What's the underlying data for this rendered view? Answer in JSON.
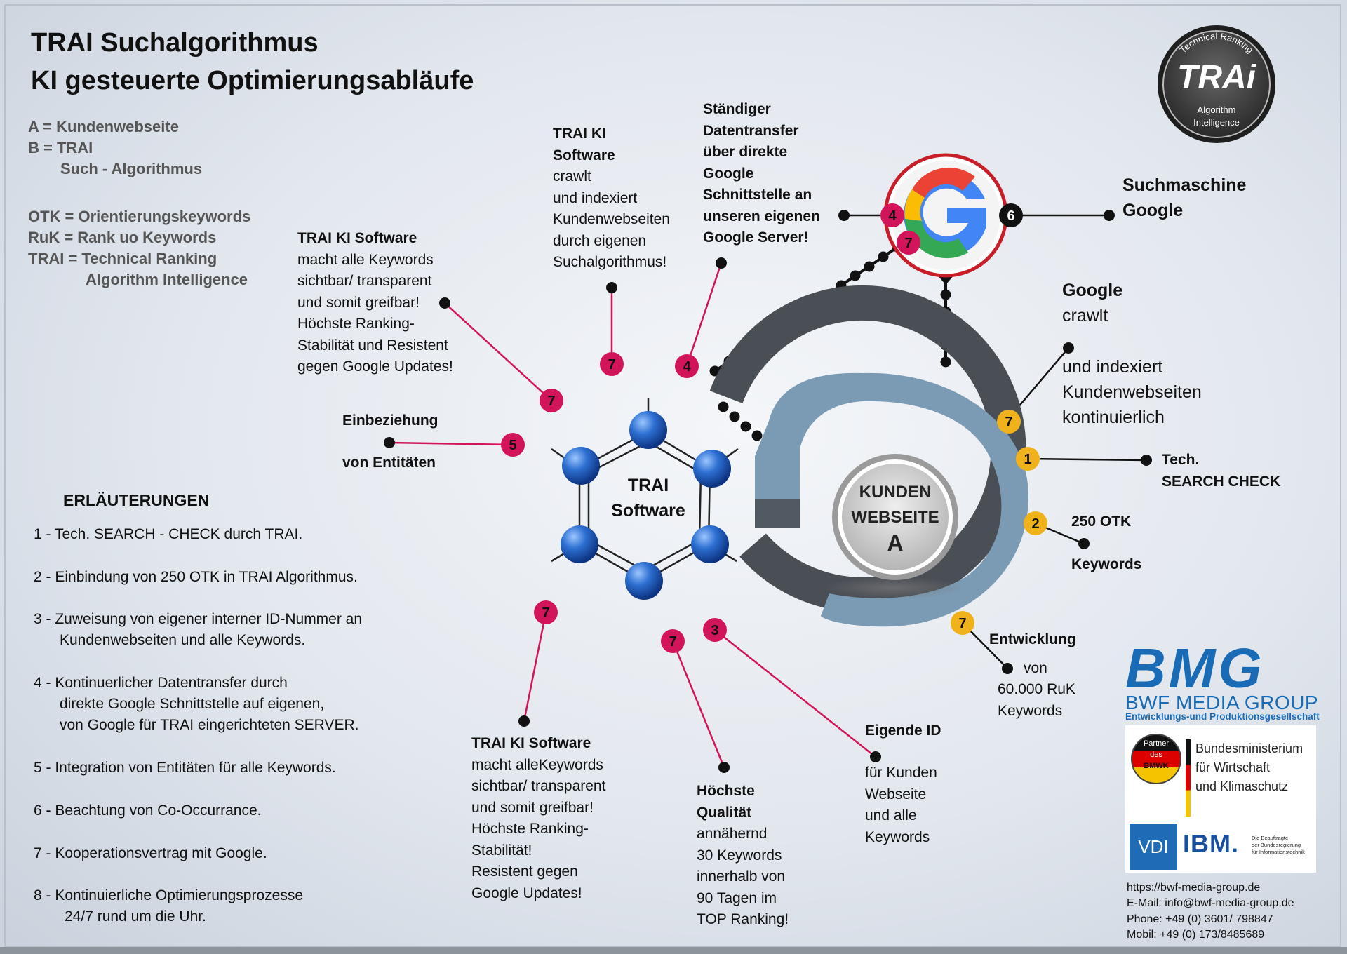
{
  "title": {
    "line1": "TRAI Suchalgorithmus",
    "line2": "KI gesteuerte Optimierungsabläufe"
  },
  "legend": {
    "a": "A = Kundenwebseite",
    "b1": "B = TRAI",
    "b2": "Such - Algorithmus",
    "otk": "OTK = Orientierungskeywords",
    "ruk": "RuK = Rank uo Keywords",
    "trai1": "TRAI = Technical Ranking",
    "trai2": "Algorithm Intelligence"
  },
  "badge": {
    "arc_top": "Technical Ranking",
    "logo": "TRAi",
    "line1": "Algorithm",
    "line2": "Intelligence"
  },
  "center": {
    "trai_line1": "TRAI",
    "trai_line2": "Software",
    "kunden1": "KUNDEN",
    "kunden2": "WEBSEITE",
    "kunden3": "A"
  },
  "google": {
    "logo_letter": "G",
    "label1": "Suchmaschine",
    "label2": "Google"
  },
  "markers": {
    "m1": "1",
    "m2": "2",
    "m3": "3",
    "m4": "4",
    "m5": "5",
    "m6": "6",
    "m7": "7"
  },
  "labels": {
    "trai_crawl": {
      "l1": "TRAI KI",
      "l2": "Software",
      "l3": "crawlt",
      "l4": "und indexiert",
      "l5": "Kundenwebseiten",
      "l6": "durch eigenen",
      "l7": "Suchalgorithmus!"
    },
    "datentransfer": {
      "l1": "Ständiger",
      "l2": "Datentransfer",
      "l3": "über direkte",
      "l4": "Google",
      "l5": "Schnittstelle an",
      "l6": "unseren eigenen",
      "l7": "Google Server!"
    },
    "trai_keywords_top": {
      "l1": "TRAI KI Software",
      "l2": "macht alle Keywords",
      "l3": "sichtbar/ transparent",
      "l4": "und somit greifbar!",
      "l5": "Höchste Ranking-",
      "l6": "Stabilität und Resistent",
      "l7": "gegen Google Updates!"
    },
    "entitaeten": {
      "l1": "Einbeziehung",
      "l2": "von Entitäten"
    },
    "google_crawl": {
      "l1": "Google",
      "l2": "crawlt",
      "l3": "und indexiert",
      "l4": "Kundenwebseiten",
      "l5": "kontinuierlich"
    },
    "tech_check": {
      "l1": "Tech.",
      "l2": "SEARCH CHECK"
    },
    "otk250": {
      "l1": "250 OTK",
      "l2": "Keywords"
    },
    "entwicklung": {
      "l1": "Entwicklung",
      "l2": "von",
      "l3": "60.000 RuK",
      "l4": "Keywords"
    },
    "eigene_id": {
      "l1": "Eigende ID",
      "l2": "für Kunden",
      "l3": "Webseite",
      "l4": "und alle",
      "l5": "Keywords"
    },
    "qualitaet": {
      "l1": "Höchste",
      "l2": "Qualität",
      "l3": "annähernd",
      "l4": "30 Keywords",
      "l5": "innerhalb von",
      "l6": "90 Tagen im",
      "l7": "TOP Ranking!"
    },
    "trai_keywords_bottom": {
      "l1": "TRAI KI Software",
      "l2": "macht alleKeywords",
      "l3": "sichtbar/ transparent",
      "l4": "und somit greifbar!",
      "l5": "Höchste Ranking-",
      "l6": "Stabilität!",
      "l7": "Resistent gegen",
      "l8": "Google Updates!"
    }
  },
  "explanations": {
    "heading": "ERLÄUTERUNGEN",
    "e1": "1 -  Tech. SEARCH - CHECK durch TRAI.",
    "e2": "2 -  Einbindung von 250 OTK in TRAI Algorithmus.",
    "e3a": "3 - Zuweisung von eigener interner ID-Nummer an",
    "e3b": "Kundenwebseiten und alle Keywords.",
    "e4a": "4 - Kontinuerlicher Datentransfer durch",
    "e4b": "direkte Google Schnittstelle auf eigenen,",
    "e4c": "von Google für TRAI eingerichteten SERVER.",
    "e5": "5 -  Integration von Entitäten für alle Keywords.",
    "e6": "6 -  Beachtung von Co-Occurrance.",
    "e7": "7 -  Kooperationsvertrag mit Google.",
    "e8a": "8 -  Kontinuierliche Optimierungsprozesse",
    "e8b": "24/7 rund um die Uhr."
  },
  "company": {
    "logo": "BMG",
    "name": "BWF MEDIA GROUP",
    "tagline": "Entwicklungs-und Produktionsgesellschaft",
    "partner1": "Partner",
    "partner2": "des",
    "partner3": "BMWK",
    "ministry1": "Bundesministerium",
    "ministry2": "für Wirtschaft",
    "ministry3": "und Klimaschutz",
    "vdi": "VDI",
    "ibm": "IBM.",
    "beauftragte1": "Die Beauftragte",
    "beauftragte2": "der Bundesregierung",
    "beauftragte3": "für Informationstechnik",
    "url": "https://bwf-media-group.de",
    "email": "E-Mail: info@bwf-media-group.de",
    "phone": "Phone: +49 (0) 3601/ 798847",
    "mobile": "Mobil:  +49 (0) 173/8485689"
  },
  "colors": {
    "magenta": "#d2145a",
    "yellow": "#f0b21a",
    "dark_ring": "#4a4e55",
    "blue_ring": "#7b9ab3",
    "node_blue": "#1f57b0",
    "bmg_blue": "#1a6bb5"
  }
}
